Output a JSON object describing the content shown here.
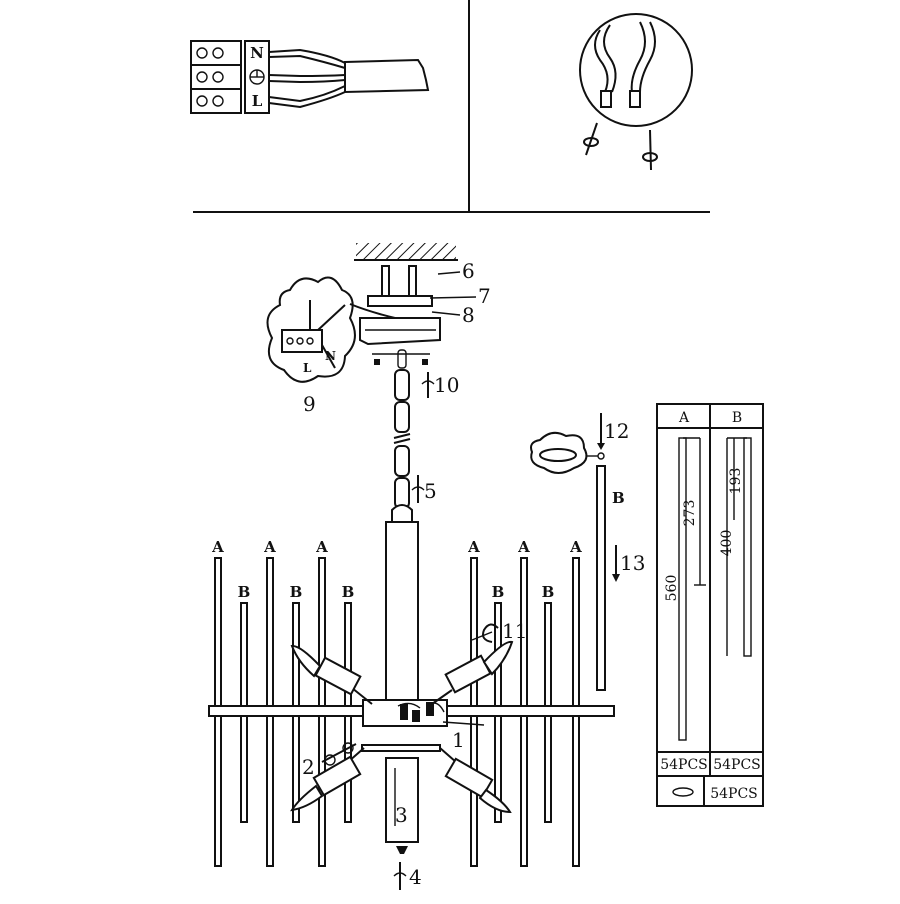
{
  "wiring": {
    "terminal_labels": [
      "N",
      "L"
    ]
  },
  "callouts": {
    "c1": "1",
    "c2": "2",
    "c3": "3",
    "c4": "4",
    "c5": "5",
    "c6": "6",
    "c7": "7",
    "c8": "8",
    "c9": "9",
    "c10": "10",
    "c11": "11",
    "c12": "12",
    "c13": "13"
  },
  "rods": {
    "long_label": "A",
    "short_label": "B",
    "loose_rod_label": "B"
  },
  "spec_table": {
    "headers": [
      "A",
      "B"
    ],
    "a_total": "560",
    "a_partial": "273",
    "b_total": "400",
    "b_partial": "193",
    "qty_a": "54PCS",
    "qty_b": "54PCS",
    "qty_ring": "54PCS"
  },
  "colors": {
    "line": "#111111",
    "background": "#ffffff"
  }
}
